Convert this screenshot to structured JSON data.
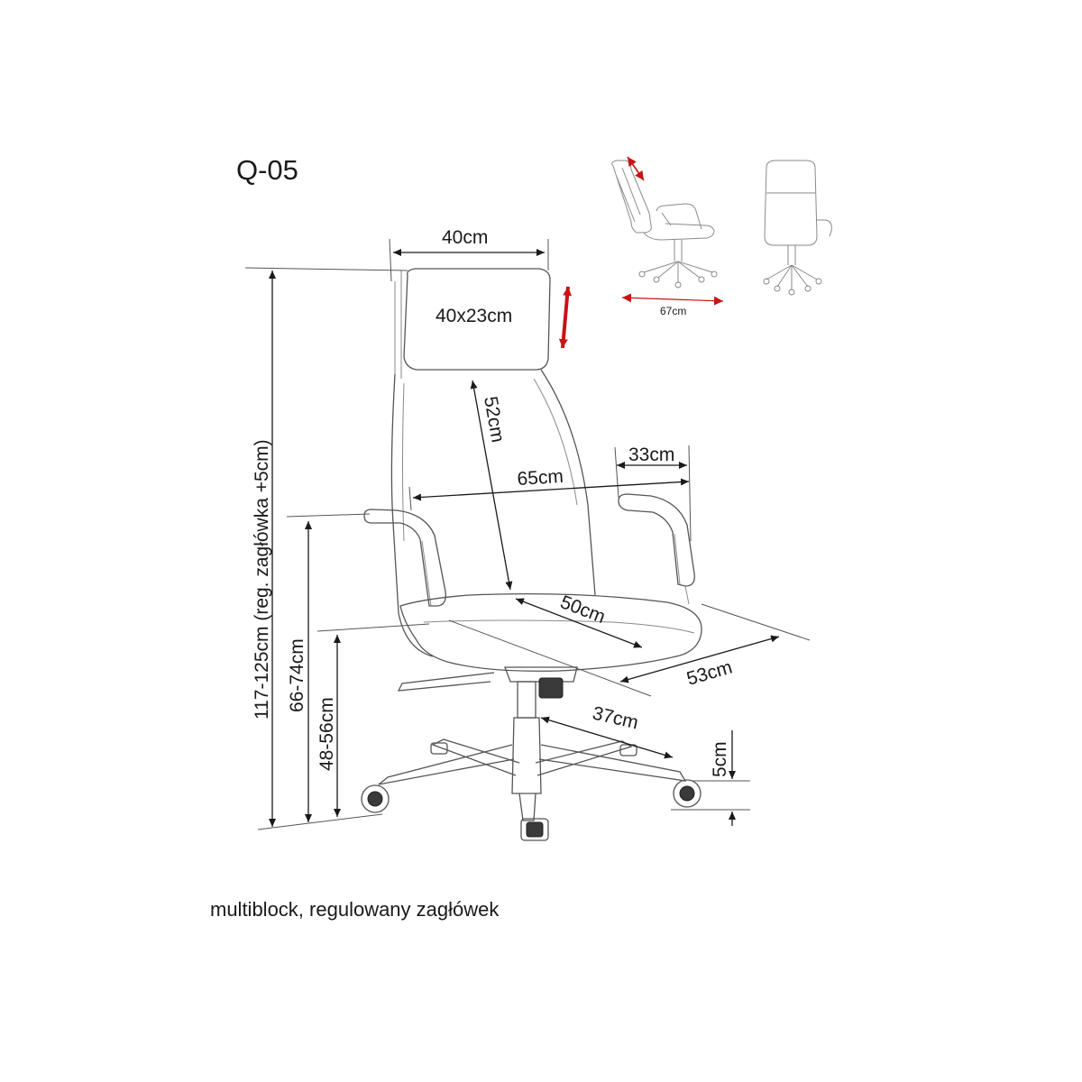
{
  "title": "Q-05",
  "caption": "multiblock, regulowany zagłówek",
  "dimensions": {
    "headrest_width": "40cm",
    "headrest_size": "40x23cm",
    "backrest_height": "52cm",
    "armrest_length": "33cm",
    "overall_width": "65cm",
    "seat_depth": "50cm",
    "overall_depth": "53cm",
    "base_radius": "37cm",
    "wheel_height": "5cm",
    "total_height": "117-125cm (reg. zagłówka +5cm)",
    "armrest_height": "66-74cm",
    "seat_height": "48-56cm",
    "recline_depth": "67cm"
  },
  "colors": {
    "arrow_red": "#c81414",
    "line": "#1a1a1a"
  }
}
